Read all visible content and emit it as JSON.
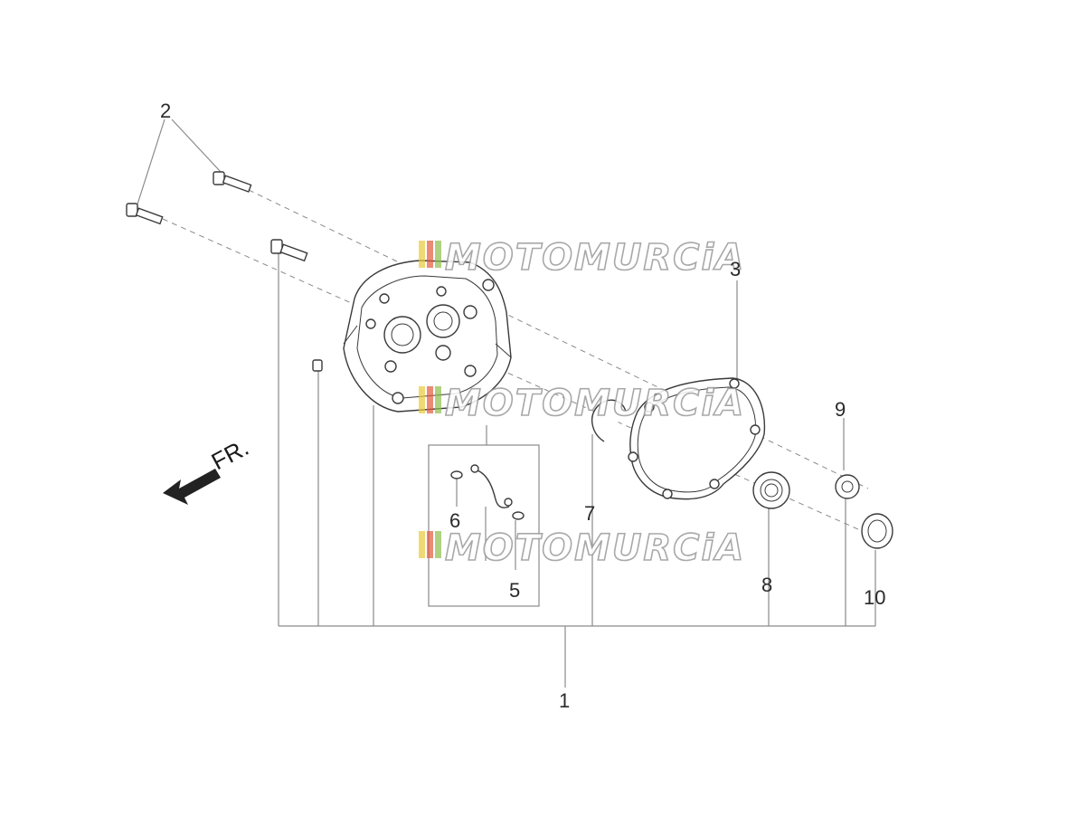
{
  "callouts": {
    "c1": "1",
    "c2": "2",
    "c3": "3",
    "c5": "5",
    "c6": "6",
    "c7": "7",
    "c8": "8",
    "c9": "9",
    "c10": "10"
  },
  "direction_label": "FR.",
  "watermark": {
    "text": "MOTOMURCiA",
    "colors": [
      "#e8c93a",
      "#e35a3a",
      "#8fbf4a",
      "#9a9a9a"
    ]
  },
  "icons": [
    "front-direction-arrow-icon",
    "motomurcia-logo-icon"
  ]
}
